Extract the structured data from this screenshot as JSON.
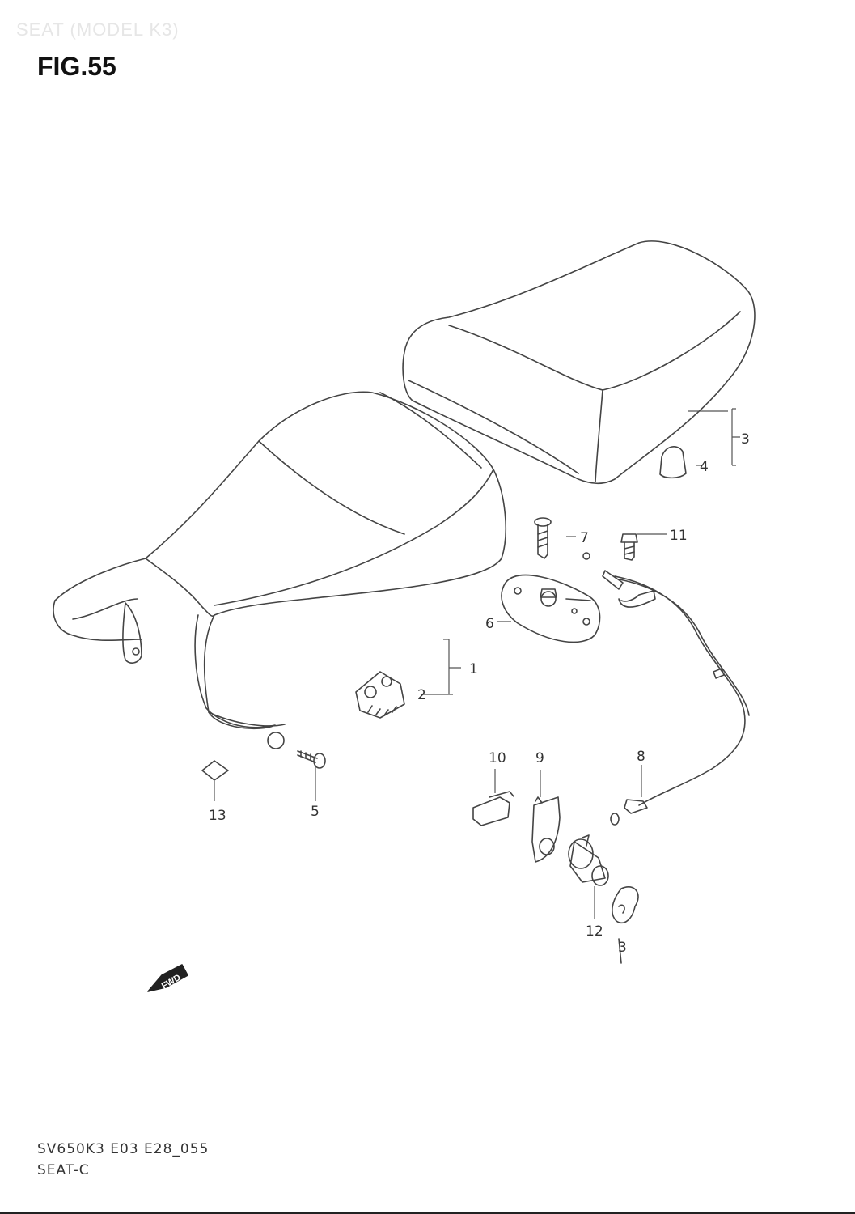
{
  "header": {
    "faint_title": "SEAT (MODEL K3)",
    "figure_label": "FIG.55"
  },
  "footer": {
    "code": "SV650K3 E03 E28_055",
    "name": "SEAT-C"
  },
  "direction_marker": {
    "label": "FWD"
  },
  "callouts": [
    {
      "id": "1",
      "text": "1"
    },
    {
      "id": "2",
      "text": "2"
    },
    {
      "id": "3",
      "text": "3"
    },
    {
      "id": "4",
      "text": "4"
    },
    {
      "id": "5",
      "text": "5"
    },
    {
      "id": "6",
      "text": "6"
    },
    {
      "id": "7",
      "text": "7"
    },
    {
      "id": "8",
      "text": "8"
    },
    {
      "id": "9",
      "text": "9"
    },
    {
      "id": "10",
      "text": "10"
    },
    {
      "id": "11",
      "text": "11"
    },
    {
      "id": "12",
      "text": "12"
    },
    {
      "id": "13",
      "text": "13"
    },
    {
      "id": "3b",
      "text": "3"
    }
  ],
  "colors": {
    "line": "#444444",
    "text": "#333333"
  }
}
